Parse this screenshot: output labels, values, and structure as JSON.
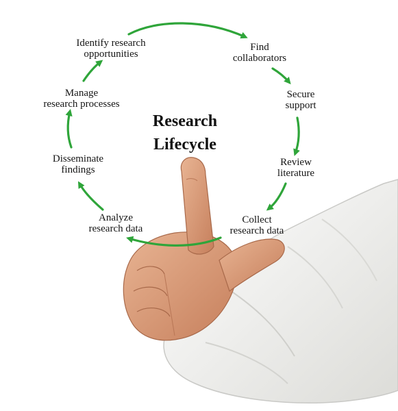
{
  "diagram": {
    "title_lines": [
      "Research",
      "Lifecycle"
    ],
    "steps": [
      {
        "lines": [
          "Identify research",
          "opportunities"
        ]
      },
      {
        "lines": [
          "Find",
          "collaborators"
        ]
      },
      {
        "lines": [
          "Secure",
          "support"
        ]
      },
      {
        "lines": [
          "Review",
          "literature"
        ]
      },
      {
        "lines": [
          "Collect",
          "research data"
        ]
      },
      {
        "lines": [
          "Analyze",
          "research data"
        ]
      },
      {
        "lines": [
          "Disseminate",
          "findings"
        ]
      },
      {
        "lines": [
          "Manage",
          "research processes"
        ]
      }
    ],
    "colors": {
      "arrow": "#2fa53a",
      "text": "#151515",
      "sleeve": "#f3f3f1",
      "skin": "#d99a78"
    },
    "icons": {
      "arrow": "curved-arrow-icon",
      "hand": "pointing-hand-icon"
    }
  }
}
